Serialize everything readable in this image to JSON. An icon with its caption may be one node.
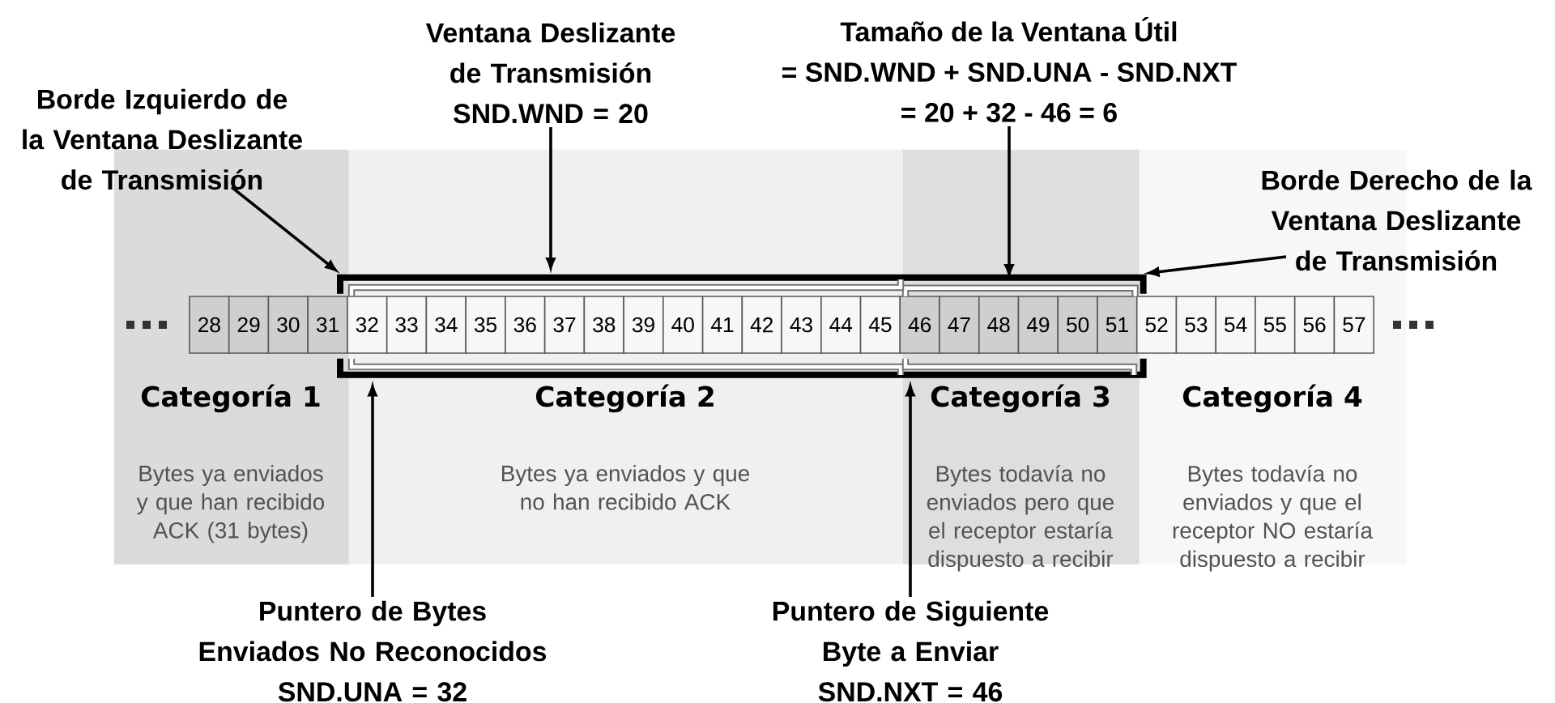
{
  "diagram": {
    "nodes": [
      {
        "text": [
          "Categoría 1",
          "Bytes ya enviados y que han recibido ACK (31 bytes)"
        ]
      },
      {
        "text": [
          "Categoría 2",
          "Bytes ya enviados y que no han recibido ACK"
        ]
      },
      {
        "text": [
          "Categoría 3",
          "Bytes todavía no enviados pero que el receptor estaría dispuesto a recibir"
        ]
      },
      {
        "text": [
          "Categoría 4",
          "Bytes todavía no enviados y que el receptor NO estaría dispuesto a recibir"
        ]
      },
      {
        "text": [
          "28"
        ],
        "in": 0
      },
      {
        "text": [
          "29"
        ],
        "in": 0
      },
      {
        "text": [
          "30"
        ],
        "in": 0
      },
      {
        "text": [
          "31"
        ],
        "in": 0
      },
      {
        "text": [
          "32"
        ],
        "in": 1
      },
      {
        "text": [
          "33"
        ],
        "in": 1
      },
      {
        "text": [
          "34"
        ],
        "in": 1
      },
      {
        "text": [
          "35"
        ],
        "in": 1
      },
      {
        "text": [
          "36"
        ],
        "in": 1
      },
      {
        "text": [
          "37"
        ],
        "in": 1
      },
      {
        "text": [
          "38"
        ],
        "in": 1
      },
      {
        "text": [
          "39"
        ],
        "in": 1
      },
      {
        "text": [
          "40"
        ],
        "in": 1
      },
      {
        "text": [
          "41"
        ],
        "in": 1
      },
      {
        "text": [
          "42"
        ],
        "in": 1
      },
      {
        "text": [
          "43"
        ],
        "in": 1
      },
      {
        "text": [
          "44"
        ],
        "in": 1
      },
      {
        "text": [
          "45"
        ],
        "in": 1
      },
      {
        "text": [
          "46"
        ],
        "in": 2
      },
      {
        "text": [
          "47"
        ],
        "in": 2
      },
      {
        "text": [
          "48"
        ],
        "in": 2
      },
      {
        "text": [
          "49"
        ],
        "in": 2
      },
      {
        "text": [
          "50"
        ],
        "in": 2
      },
      {
        "text": [
          "51"
        ],
        "in": 2
      },
      {
        "text": [
          "52"
        ],
        "in": 3
      },
      {
        "text": [
          "53"
        ],
        "in": 3
      },
      {
        "text": [
          "54"
        ],
        "in": 3
      },
      {
        "text": [
          "55"
        ],
        "in": 3
      },
      {
        "text": [
          "56"
        ],
        "in": 3
      },
      {
        "text": [
          "57"
        ],
        "in": 3
      },
      {
        "text": [],
        "shape": "bracket"
      },
      {
        "text": [],
        "shape": "bracket"
      },
      {
        "text": [],
        "shape": "bracket"
      },
      {
        "text": [
          "Borde Izquierdo de la Ventana Deslizante de Transmisión"
        ]
      },
      {
        "text": [
          "Ventana Deslizante de Transmisión",
          "SND.WND = 20"
        ]
      },
      {
        "text": [
          "Tamaño de la Ventana Útil",
          "= SND.WND + SND.UNA - SND.NXT",
          "= 20 + 32 - 46 = 6"
        ]
      },
      {
        "text": [
          "Borde Derecho de la Ventana Deslizante de Transmisión"
        ]
      },
      {
        "text": [
          "Puntero de Bytes Enviados No Reconocidos",
          "SND.UNA = 32"
        ]
      },
      {
        "text": [
          "Puntero de Siguiente Byte a Enviar",
          "SND.NXT = 46"
        ]
      }
    ],
    "edges": [
      {
        "from": 37,
        "to": 34,
        "arrow": "to"
      },
      {
        "from": 38,
        "to": 34,
        "arrow": "to"
      },
      {
        "from": 39,
        "to": 36,
        "arrow": "to"
      },
      {
        "from": 40,
        "to": 34,
        "arrow": "to"
      },
      {
        "from": 41,
        "to": 35,
        "arrow": "to"
      },
      {
        "from": 42,
        "to": 35,
        "arrow": "to"
      }
    ]
  }
}
